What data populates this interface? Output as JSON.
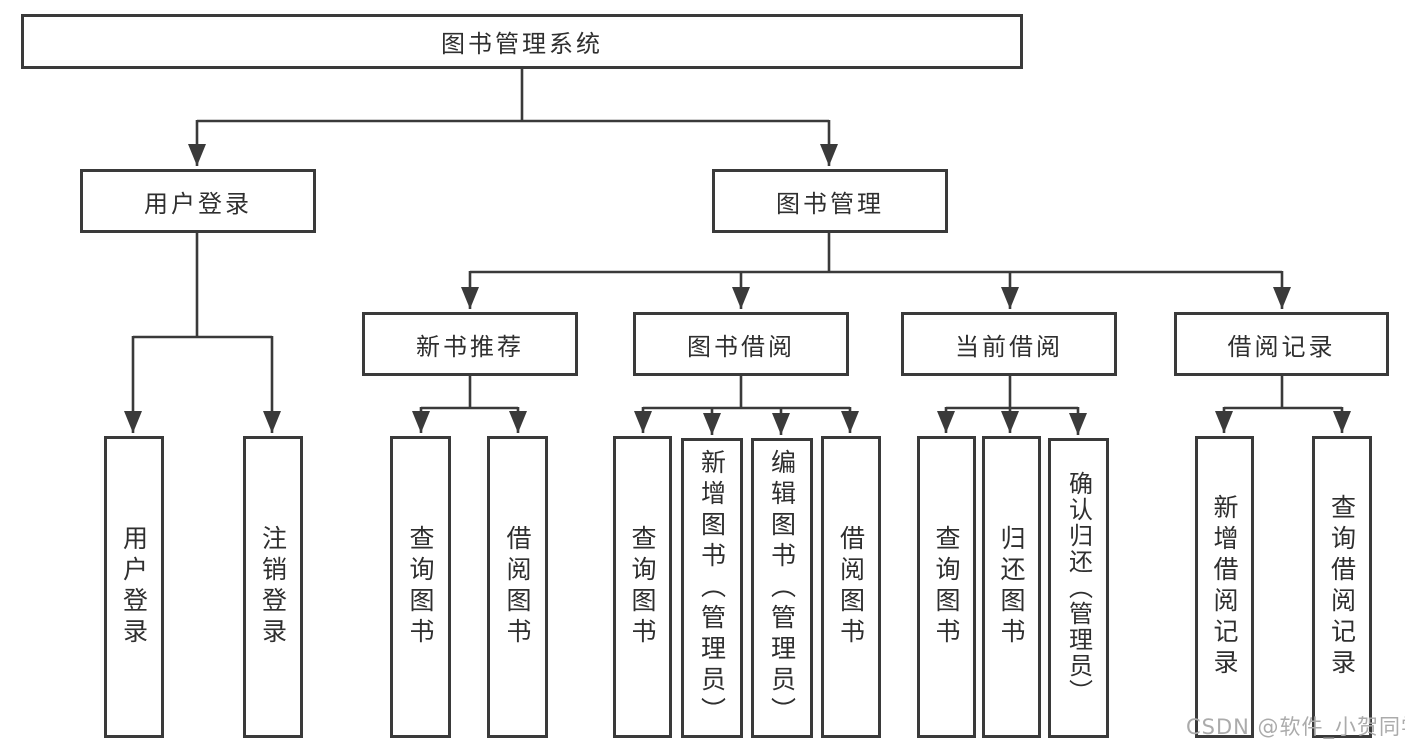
{
  "diagram": {
    "root": {
      "label": "图书管理系统"
    },
    "level2": {
      "user_login": {
        "label": "用户登录"
      },
      "book_management": {
        "label": "图书管理"
      }
    },
    "level3": {
      "new_book_recommendation": {
        "label": "新书推荐"
      },
      "book_borrowing": {
        "label": "图书借阅"
      },
      "current_borrowing": {
        "label": "当前借阅"
      },
      "borrowing_records": {
        "label": "借阅记录"
      }
    },
    "leaves": {
      "user_login": {
        "label": "用户登录"
      },
      "logout": {
        "label": "注销登录"
      },
      "nbr_query_books": {
        "label": "查询图书"
      },
      "nbr_borrow_books": {
        "label": "借阅图书"
      },
      "bb_query_books": {
        "label": "查询图书"
      },
      "bb_add_books_admin": {
        "label": "新增图书（管理员）"
      },
      "bb_edit_books_admin": {
        "label": "编辑图书（管理员）"
      },
      "bb_borrow_books": {
        "label": "借阅图书"
      },
      "cb_query_books": {
        "label": "查询图书"
      },
      "cb_return_books": {
        "label": "归还图书"
      },
      "cb_confirm_return_admin": {
        "label": "确认归还（管理员）"
      },
      "br_add_record": {
        "label": "新增借阅记录"
      },
      "br_query_record": {
        "label": "查询借阅记录"
      }
    }
  },
  "watermark": {
    "text": "CSDN @软件_小贺同学"
  },
  "colors": {
    "line": "#3a3a3a",
    "text": "#2f2f2f",
    "watermark": "#ababab",
    "background": "#ffffff"
  }
}
